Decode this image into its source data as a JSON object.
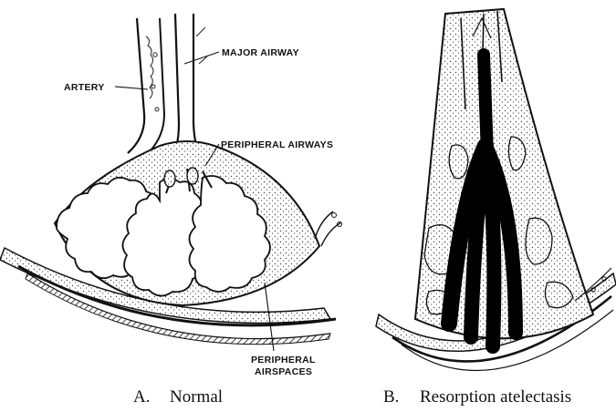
{
  "figure_a": {
    "labels": {
      "artery": "ARTERY",
      "major_airway": "MAJOR AIRWAY",
      "peripheral_airways": "PERIPHERAL AIRWAYS",
      "peripheral_airspaces_line1": "PERIPHERAL",
      "peripheral_airspaces_line2": "AIRSPACES"
    },
    "caption_letter": "A.",
    "caption_text": "Normal"
  },
  "figure_b": {
    "caption_letter": "B.",
    "caption_text": "Resorption atelectasis"
  }
}
